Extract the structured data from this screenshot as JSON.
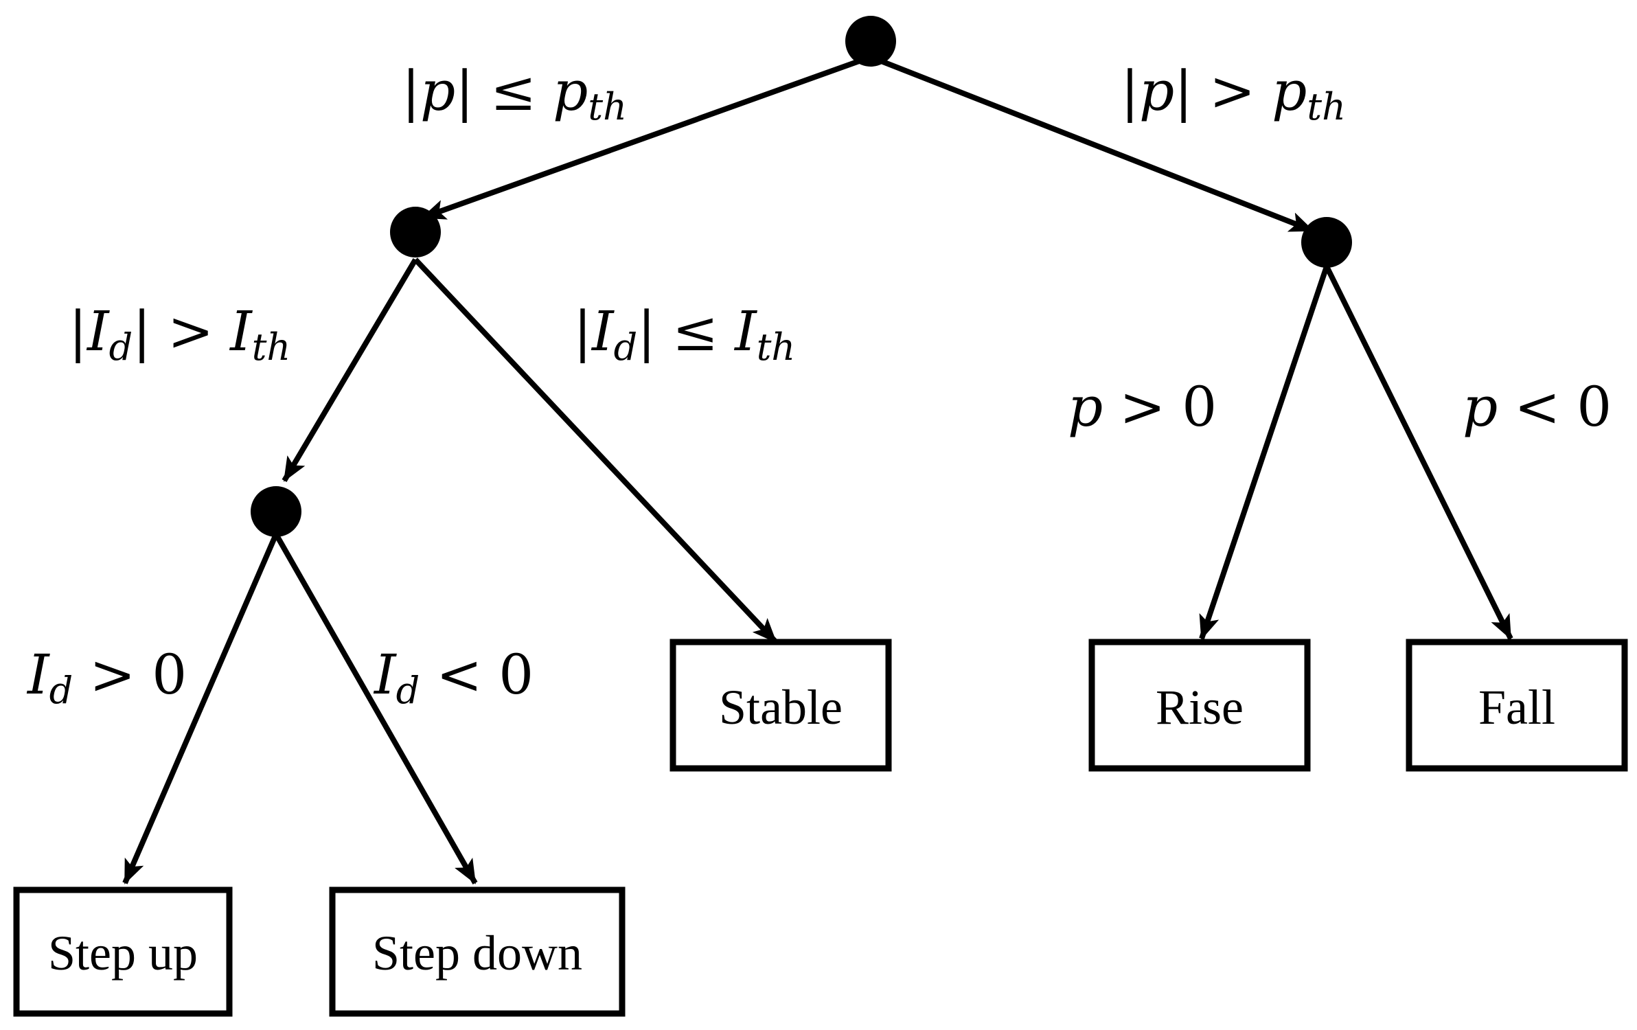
{
  "colors": {
    "ink": "#000000",
    "background": "#ffffff"
  },
  "decision_nodes": [
    "root",
    "low-power",
    "rise-fall",
    "current-dir"
  ],
  "edges": {
    "root_left": {
      "bar_open": "|",
      "var": "p",
      "bar_close": "|",
      "op": "≤",
      "rhs": "p",
      "rhs_sub": "th"
    },
    "root_right": {
      "bar_open": "|",
      "var": "p",
      "bar_close": "|",
      "op": ">",
      "rhs": "p",
      "rhs_sub": "th"
    },
    "low_left": {
      "bar_open": "|",
      "var": "I",
      "var_sub": "d",
      "bar_close": "|",
      "op": ">",
      "rhs": "I",
      "rhs_sub": "th"
    },
    "low_right": {
      "bar_open": "|",
      "var": "I",
      "var_sub": "d",
      "bar_close": "|",
      "op": "≤",
      "rhs": "I",
      "rhs_sub": "th"
    },
    "dir_left": {
      "var": "I",
      "var_sub": "d",
      "op": ">",
      "rhs": "0"
    },
    "dir_right": {
      "var": "I",
      "var_sub": "d",
      "op": "<",
      "rhs": "0"
    },
    "rise_left": {
      "var": "p",
      "op": ">",
      "rhs": "0"
    },
    "rise_right": {
      "var": "p",
      "op": "<",
      "rhs": "0"
    }
  },
  "leaves": {
    "step_up": "Step up",
    "step_down": "Step down",
    "stable": "Stable",
    "rise": "Rise",
    "fall": "Fall"
  }
}
